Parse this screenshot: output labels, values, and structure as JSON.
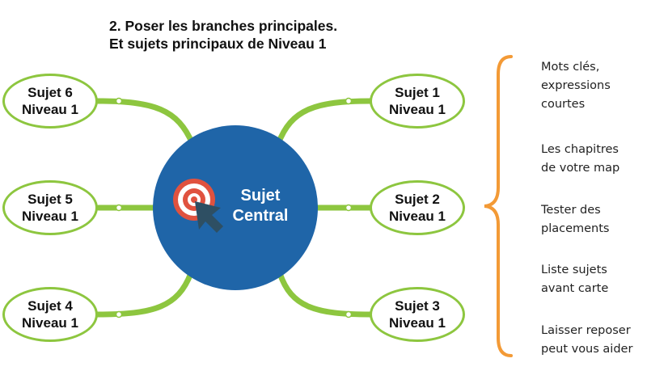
{
  "title": {
    "line1": "2. Poser les branches principales.",
    "line2": "Et sujets principaux de Niveau 1"
  },
  "center": {
    "line1": "Sujet",
    "line2": "Central",
    "icon": "target-icon",
    "fill_color": "#1f65a8"
  },
  "topics": [
    {
      "line1": "Sujet 1",
      "line2": "Niveau 1"
    },
    {
      "line1": "Sujet 2",
      "line2": "Niveau 1"
    },
    {
      "line1": "Sujet 3",
      "line2": "Niveau 1"
    },
    {
      "line1": "Sujet 4",
      "line2": "Niveau 1"
    },
    {
      "line1": "Sujet 5",
      "line2": "Niveau 1"
    },
    {
      "line1": "Sujet 6",
      "line2": "Niveau 1"
    }
  ],
  "notes": [
    {
      "line1": "Mots clés,",
      "line2": "expressions",
      "line3": "courtes"
    },
    {
      "line1": "Les chapitres",
      "line2": "de votre map"
    },
    {
      "line1": "Tester des",
      "line2": "placements"
    },
    {
      "line1": "Liste sujets",
      "line2": "avant carte"
    },
    {
      "line1": "Laisser reposer",
      "line2": "peut vous aider"
    }
  ],
  "colors": {
    "branch": "#8dc63f",
    "brace": "#f39a36",
    "target_red": "#e0523f",
    "arrow": "#2e4f63"
  }
}
